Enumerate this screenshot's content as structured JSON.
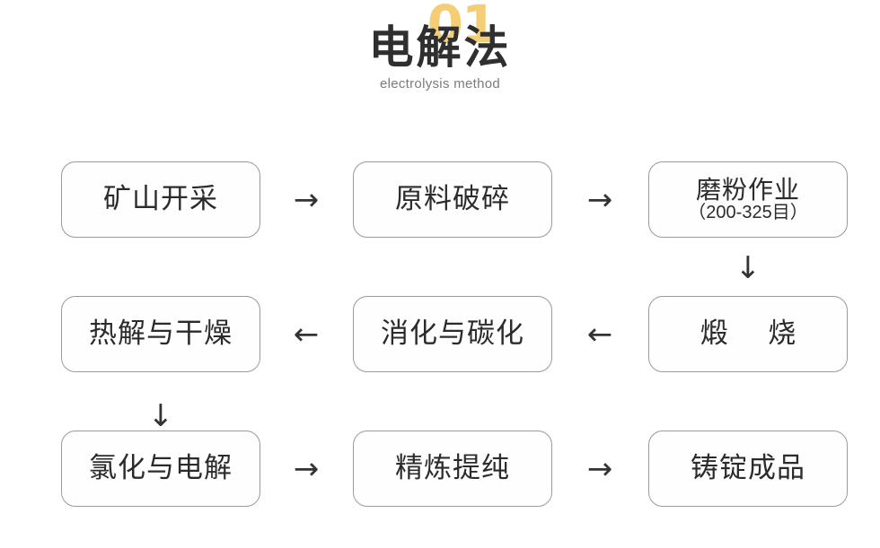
{
  "header": {
    "badge_number": "01",
    "title_cn": "电解法",
    "title_en": "electrolysis method",
    "badge_color": "#f3ce76",
    "title_color": "#2f2f2f",
    "subtitle_color": "#7b7b7b"
  },
  "flow": {
    "border_color": "#9a9a9a",
    "arrow_color": "#333333",
    "rows": [
      {
        "direction": "left-to-right",
        "nodes": [
          {
            "label": "矿山开采",
            "sub": null
          },
          {
            "label": "原料破碎",
            "sub": null
          },
          {
            "label": "磨粉作业",
            "sub": "（200-325目）"
          }
        ],
        "arrows": [
          "→",
          "→"
        ]
      },
      {
        "direction": "right-to-left",
        "nodes": [
          {
            "label": "热解与干燥",
            "sub": null
          },
          {
            "label": "消化与碳化",
            "sub": null
          },
          {
            "label": "煅 烧",
            "sub": null
          }
        ],
        "arrows": [
          "←",
          "←"
        ]
      },
      {
        "direction": "left-to-right",
        "nodes": [
          {
            "label": "氯化与电解",
            "sub": null
          },
          {
            "label": "精炼提纯",
            "sub": null
          },
          {
            "label": "铸锭成品",
            "sub": null
          }
        ],
        "arrows": [
          "→",
          "→"
        ]
      }
    ],
    "vertical_arrows": {
      "row1_to_row2": "↓",
      "row2_to_row3": "↓"
    }
  }
}
